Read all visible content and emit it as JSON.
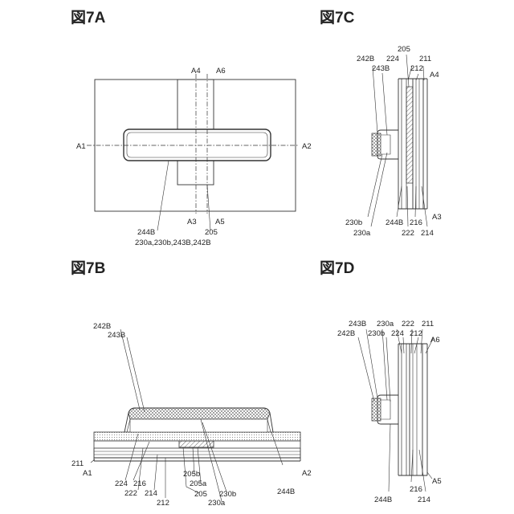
{
  "figures": {
    "a": {
      "title": "図7A",
      "labels": {
        "a4": "A4",
        "a6": "A6",
        "a1": "A1",
        "a2": "A2",
        "a3": "A3",
        "a5": "A5",
        "l244b": "244B",
        "l205": "205",
        "group": "230a,230b,243B,242B"
      }
    },
    "b": {
      "title": "図7B",
      "labels": {
        "l242b": "242B",
        "l243b": "243B",
        "l211": "211",
        "a1": "A1",
        "a2": "A2",
        "l224": "224",
        "l216": "216",
        "l222": "222",
        "l214": "214",
        "l212": "212",
        "l205b": "205b",
        "l205a": "205a",
        "l205": "205",
        "l230b": "230b",
        "l230a": "230a",
        "l244b": "244B"
      }
    },
    "c": {
      "title": "図7C",
      "labels": {
        "l205": "205",
        "l242b": "242B",
        "l224": "224",
        "l211": "211",
        "l243b": "243B",
        "l212": "212",
        "a4": "A4",
        "a3": "A3",
        "l230b": "230b",
        "l230a": "230a",
        "l244b": "244B",
        "l216": "216",
        "l222": "222",
        "l214": "214"
      }
    },
    "d": {
      "title": "図7D",
      "labels": {
        "l243b": "243B",
        "l230a": "230a",
        "l222": "222",
        "l211": "211",
        "l242b": "242B",
        "l230b": "230b",
        "l224": "224",
        "l212": "212",
        "a6": "A6",
        "a5": "A5",
        "l216": "216",
        "l214": "214",
        "l244b": "244B"
      }
    }
  }
}
